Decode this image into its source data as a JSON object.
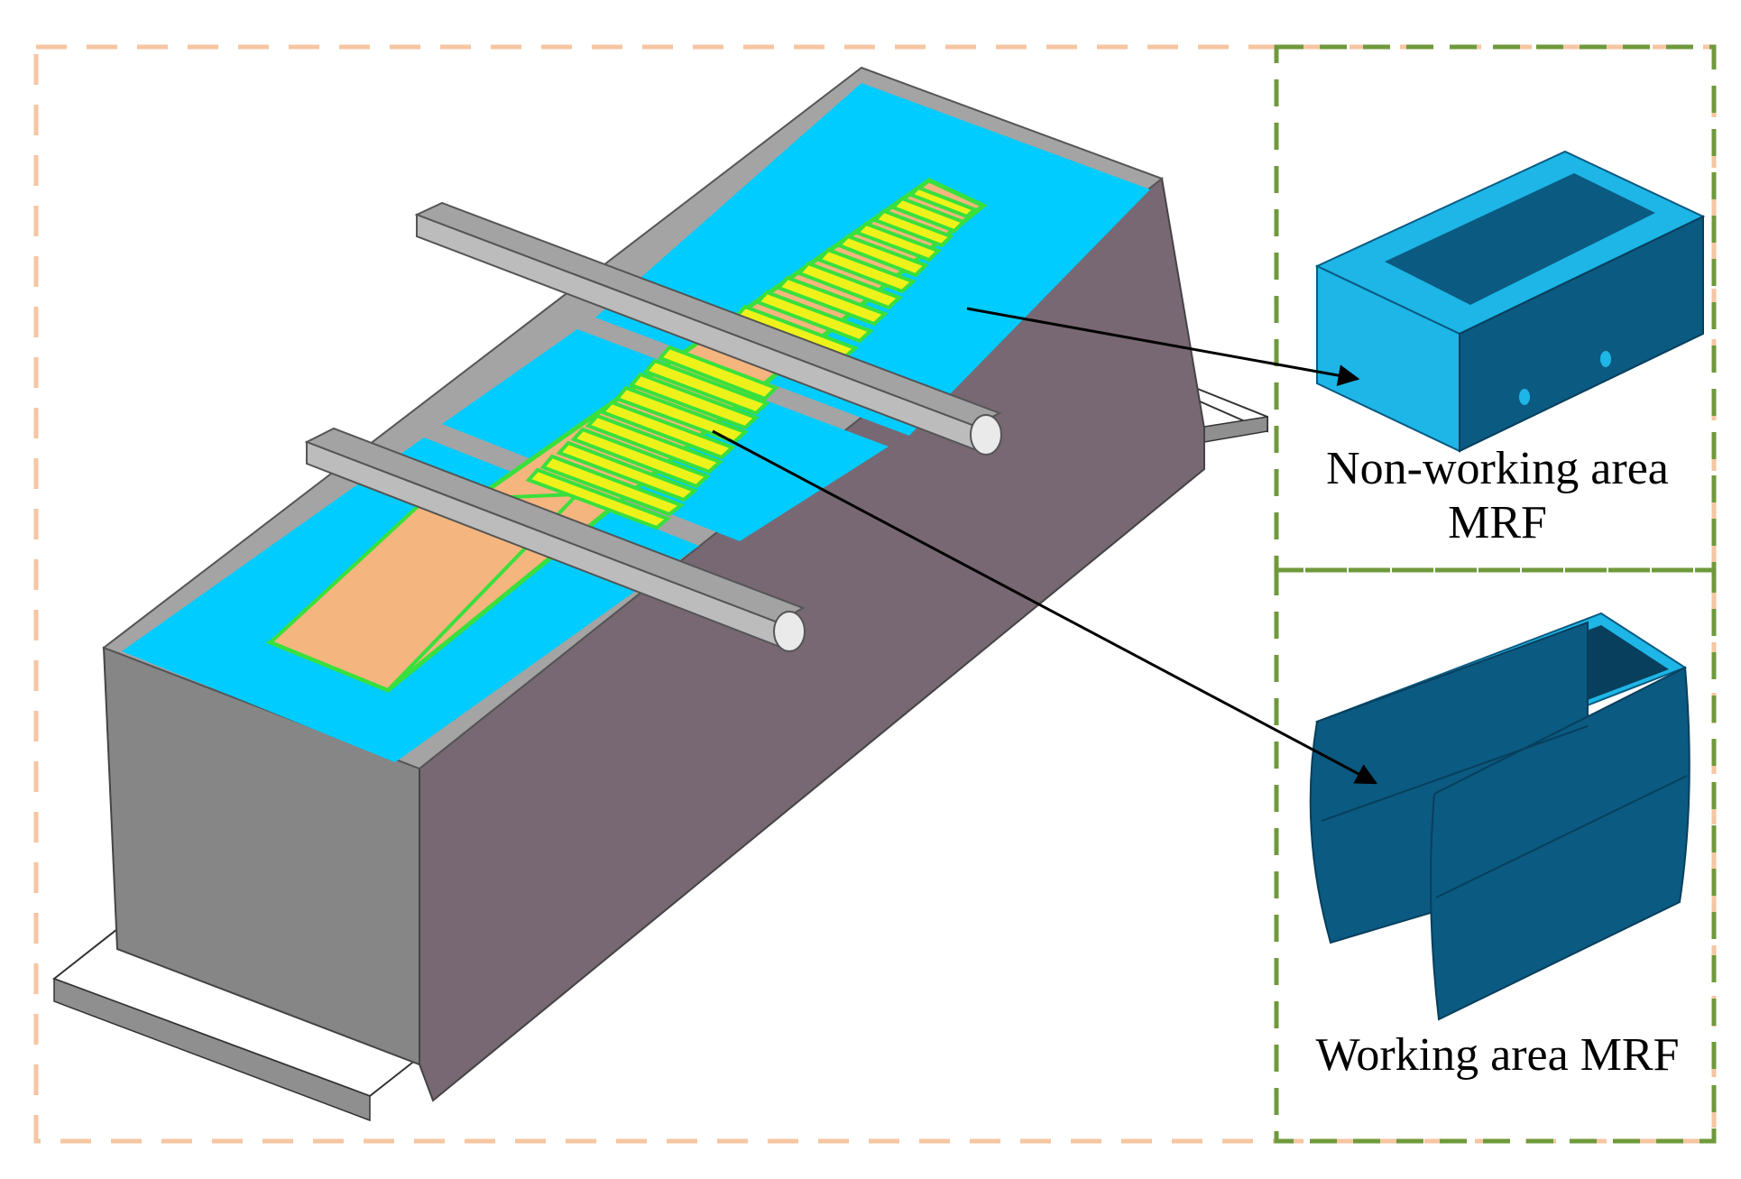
{
  "labels": {
    "non_working_line1": "Non-working area",
    "non_working_line2": "MRF",
    "working": "Working area MRF"
  },
  "colors": {
    "outer_frame": "#f6c6a2",
    "inset_frame": "#6f9a3c",
    "tank_left_face": "#868686",
    "tank_right_face": "#786873",
    "tank_rim": "#a4a4a4",
    "fluid_surface": "#00ccff",
    "blade_fill": "#f5b57e",
    "blade_ribs": "#eef21a",
    "rib_outline": "#39e03c",
    "clamp_bar": "#a3a3a3",
    "base_plate": "#ffffff",
    "mrf_light": "#1db6e6",
    "mrf_dark": "#0b5a82",
    "arrow": "#000000"
  }
}
